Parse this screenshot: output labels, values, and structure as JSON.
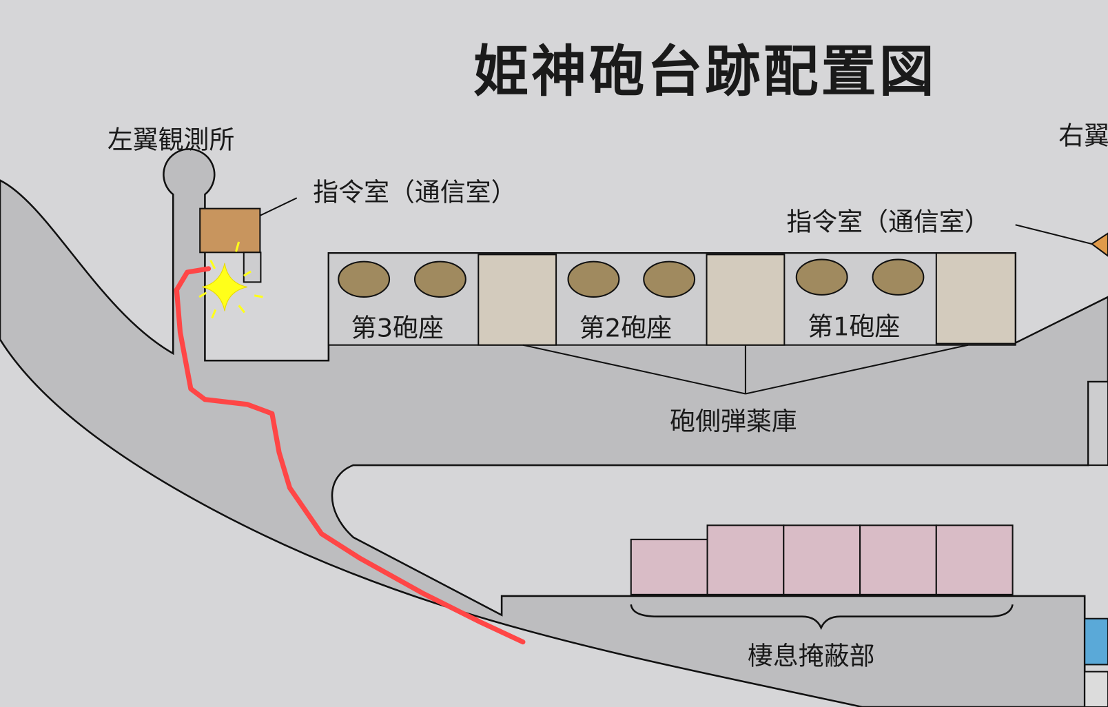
{
  "title": "姫神砲台跡配置図",
  "labels": {
    "left_observation": "左翼観測所",
    "left_command_room": "指令室（通信室）",
    "right_command_room": "指令室（通信室）",
    "right_observation_partial": "右翼",
    "battery_3": "第3砲座",
    "battery_2": "第2砲座",
    "battery_1": "第1砲座",
    "magazine": "砲側弾薬庫",
    "shelter": "棲息掩蔽部"
  },
  "colors": {
    "background": "#d6d6d8",
    "corridor": "#bdbdbf",
    "gun_pit": "#a08a5f",
    "magazine_box": "#d3cbbd",
    "command_room": "#c8955e",
    "shelter_rooms": "#d9bcc6",
    "route": "#ff4646",
    "highlight_star": "#ffff1a",
    "water": "#5aa9d8"
  }
}
